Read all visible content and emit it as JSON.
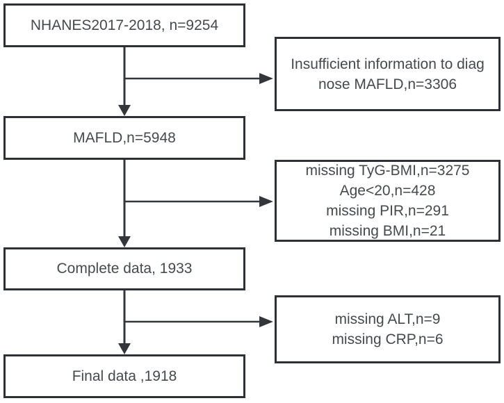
{
  "flowchart": {
    "colors": {
      "border": "#2d3135",
      "text": "#46494d",
      "arrow": "#33373b",
      "background": "#ffffff"
    },
    "main_nodes": [
      {
        "label": "NHANES2017-2018,  n=9254"
      },
      {
        "label": "MAFLD,n=5948"
      },
      {
        "label": "Complete data, 1933"
      },
      {
        "label": "Final data ,1918"
      }
    ],
    "exclusion_nodes": [
      {
        "lines": [
          "Insufficient information to diag",
          "nose MAFLD,n=3306"
        ]
      },
      {
        "lines": [
          "missing TyG-BMI,n=3275",
          "Age<20,n=428",
          "missing PIR,n=291",
          "missing BMI,n=21"
        ]
      },
      {
        "lines": [
          "missing ALT,n=9",
          "missing CRP,n=6"
        ]
      }
    ]
  }
}
